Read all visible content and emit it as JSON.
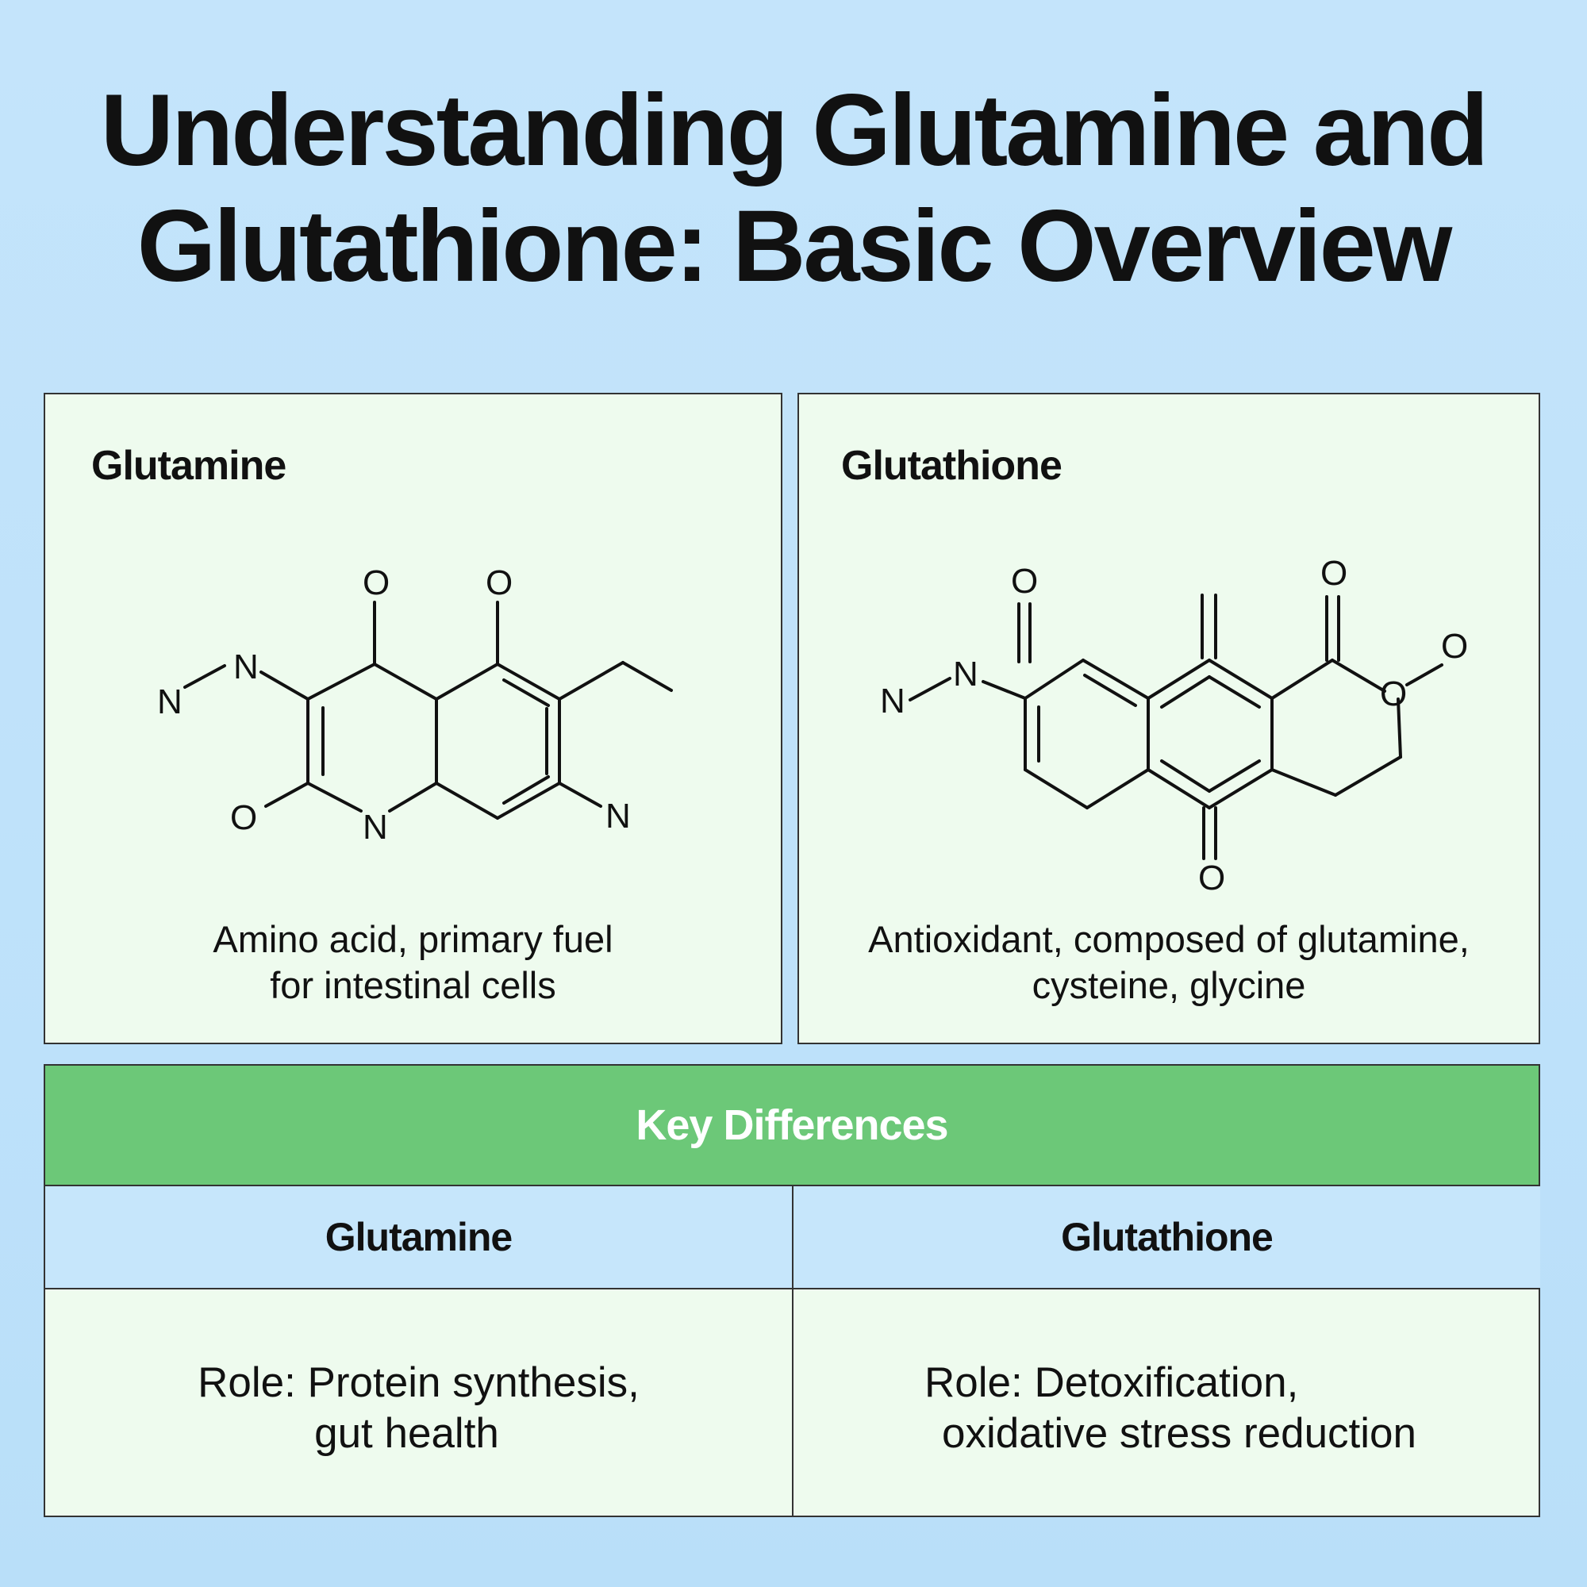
{
  "title": {
    "line1": "Understanding Glutamine and",
    "line2": "Glutathione: Basic Overview"
  },
  "cards": [
    {
      "name": "Glutamine",
      "desc_line1": "Amino acid, primary fuel",
      "desc_line2": "for intestinal cells",
      "atoms": {
        "n_left": "N",
        "n_top": "N",
        "o1": "O",
        "o2": "O",
        "o_left": "O",
        "n_ring": "N",
        "n_right": "N"
      }
    },
    {
      "name": "Glutathione",
      "desc_line1": "Antioxidant, composed of glutamine,",
      "desc_line2": "cysteine, glycine",
      "atoms": {
        "n_left": "N",
        "n_top": "N",
        "o1": "O",
        "o2": "O",
        "o3": "O",
        "o_ring": "O",
        "o_bottom": "O"
      }
    }
  ],
  "differences": {
    "heading": "Key Differences",
    "columns": [
      "Glutamine",
      "Glutathione"
    ],
    "rows": [
      {
        "glutamine_line1": "Role: Protein synthesis,",
        "glutamine_line2": "gut health",
        "glutathione_line1": "Role: Detoxification,",
        "glutathione_line2": "oxidative stress reduction"
      }
    ]
  },
  "colors": {
    "background": "#c0e2fa",
    "card_fill": "#eefbee",
    "header_green": "#6cc878",
    "column_head_blue": "#c6e6fb",
    "text": "#111111"
  }
}
